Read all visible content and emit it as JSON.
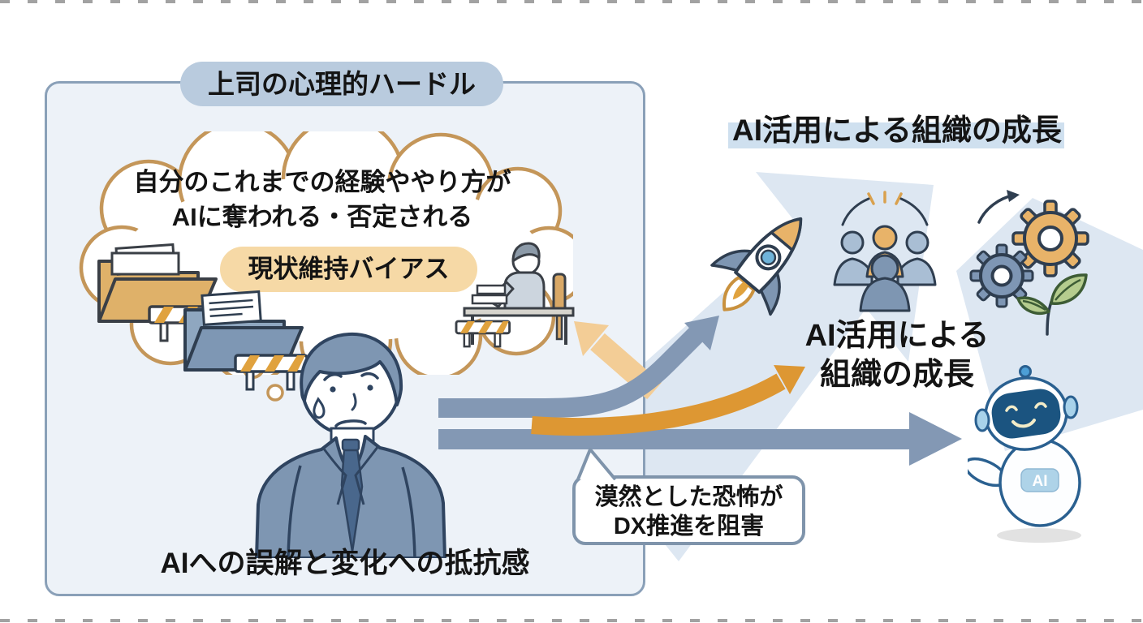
{
  "colors": {
    "canvas_bg": "#ffffff",
    "panel_bg": "#edf2f8",
    "panel_border": "#8aa0b8",
    "title_pill_bg": "#b9cbde",
    "cloud_border": "#c49659",
    "bias_pill_bg": "#f6d9a6",
    "text": "#141414",
    "arrow_blue": "#8398b4",
    "arrow_orange": "#dd9733",
    "arrow_faded_orange": "#f3cd96",
    "growth_arrow_bg": "#dde7f2",
    "title_highlight": "#cfe0ef",
    "bubble_border": "#7f94ab"
  },
  "left_panel": {
    "title": "上司の心理的ハードル",
    "cloud": {
      "line1": "自分のこれまでの経験ややり方が",
      "line2": "AIに奪われる・否定される",
      "bias_label": "現状維持バイアス"
    },
    "caption": "AIへの誤解と変化への抵抗感",
    "icons": {
      "blocked_folder_orange": "blocked-folder-orange-icon",
      "blocked_folder_blue": "blocked-folder-blue-icon",
      "worker_at_desk": "worker-at-desk-icon",
      "thought_dots": "thought-dots-icon",
      "worried_manager": "worried-manager-illustration"
    }
  },
  "right_panel": {
    "title": "AI活用による組織の成長",
    "growth_label": {
      "line1": "AI活用による",
      "line2": "組織の成長"
    },
    "robot_badge": "AI",
    "icons": {
      "rocket": "rocket-icon",
      "team": "team-collaboration-icon",
      "gears": "gears-icon",
      "sprout": "sprout-icon",
      "robot": "ai-robot-mascot"
    }
  },
  "speech_bubble": {
    "line1": "漠然とした恐怖が",
    "line2": "DX推進を阻害"
  }
}
